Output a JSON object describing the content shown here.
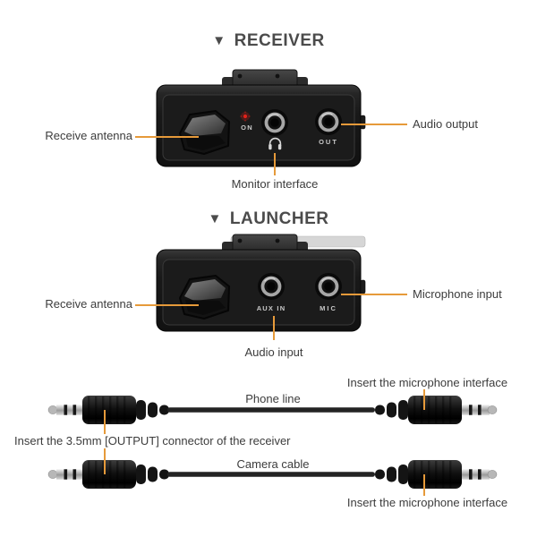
{
  "colors": {
    "accent": "#e69a3a",
    "title_text": "#4b4b4b",
    "label_text": "#3c3c3c",
    "device_text": "#c9c9c9",
    "led": "#e32119",
    "device_body": "#1d1d1d"
  },
  "receiver_section": {
    "arrow_icon": "▼",
    "title": "RECEIVER",
    "device": {
      "power_label": "ON",
      "output_port_label": "OUT"
    },
    "callouts": {
      "antenna": "Receive antenna",
      "audio_output": "Audio output",
      "monitor_interface": "Monitor interface"
    }
  },
  "launcher_section": {
    "arrow_icon": "▼",
    "title": "LAUNCHER",
    "device": {
      "aux_port_label": "AUX IN",
      "mic_port_label": "MIC"
    },
    "callouts": {
      "antenna": "Receive antenna",
      "microphone_input": "Microphone input",
      "audio_input": "Audio input"
    }
  },
  "cable_section": {
    "phone_cable": {
      "name": "Phone line",
      "plug_callout": "Insert the microphone interface"
    },
    "camera_cable": {
      "name": "Camera cable",
      "plug_callout": "Insert the microphone interface"
    },
    "receiver_output_callout": "Insert the 3.5mm [OUTPUT] connector of the receiver"
  }
}
